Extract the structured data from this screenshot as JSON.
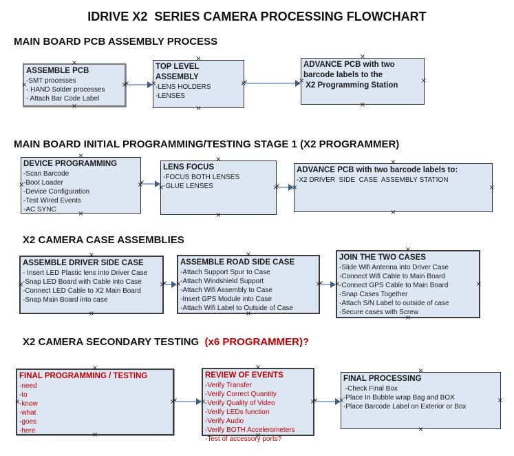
{
  "page_title": "IDRIVE X2  SERIES CAMERA PROCESSING FLOWCHART",
  "colors": {
    "box_fill": "#dde7f3",
    "red_text": "#c00000",
    "black_text": "#1a1a1a",
    "connector_line": "#96adca",
    "connector_arrowhead": "#3f5f88"
  },
  "sections": [
    {
      "heading": "MAIN BOARD PCB ASSEMBLY PROCESS",
      "boxes": [
        {
          "title": "ASSEMBLE PCB",
          "items": [
            "-SMT processes",
            "- HAND Solder processes",
            "- Attach Bar Code Label"
          ],
          "text_color": "#1a1a1a"
        },
        {
          "title": "TOP LEVEL ASSEMBLY",
          "items": [
            "-LENS HOLDERS",
            "-LENSES"
          ],
          "text_color": "#1a1a1a"
        },
        {
          "title": "ADVANCE PCB with two\nbarcode labels to the\n X2 Programming Station",
          "items": [],
          "text_color": "#1a1a1a"
        }
      ]
    },
    {
      "heading": "MAIN BOARD INITIAL PROGRAMMING/TESTING STAGE 1 (X2 PROGRAMMER)",
      "boxes": [
        {
          "title": "DEVICE PROGRAMMING",
          "items": [
            "-Scan Barcode",
            "-Boot Loader",
            "-Device Configuration",
            "-Test Wired Events",
            "-AC SYNC"
          ],
          "text_color": "#1a1a1a"
        },
        {
          "title": "LENS FOCUS",
          "items": [
            "-FOCUS BOTH LENSES",
            "-GLUE LENSES"
          ],
          "text_color": "#1a1a1a"
        },
        {
          "title": "ADVANCE PCB with two barcode labels to:",
          "items": [
            "-X2 DRIVER  SIDE  CASE  ASSEMBLY STATION"
          ],
          "text_color": "#1a1a1a"
        }
      ]
    },
    {
      "heading": "X2 CAMERA CASE ASSEMBLIES",
      "boxes": [
        {
          "title": "ASSEMBLE DRIVER SIDE CASE",
          "items": [
            "- Insert LED Plastic lens into Driver Case",
            "-Snap LED Board with Cable into Case",
            "-Connect LED Cable to X2 Main Board",
            "-Snap Main Board into case"
          ],
          "text_color": "#1a1a1a"
        },
        {
          "title": "ASSEMBLE ROAD SIDE CASE",
          "items": [
            "-Attach Support Spur to Case",
            "-Attach Windshield Support",
            "-Attach Wifi Assembly to Case",
            "-Insert GPS Module into Case",
            "-Attach Wifi Label to Outside of Case"
          ],
          "text_color": "#1a1a1a"
        },
        {
          "title": "JOIN THE TWO CASES",
          "items": [
            "-Slide Wifi Antenna into Driver Case",
            "-Connect Wifi Cable to Main Board",
            "-Connect GPS Cable to Main Board",
            "-Snap Cases Together",
            "-Attach S/N Label to outside of case",
            "-Secure cases with Screw"
          ],
          "text_color": "#1a1a1a"
        }
      ]
    },
    {
      "heading": "X2 CAMERA SECONDARY TESTING ",
      "heading_suffix": " (x6 PROGRAMMER)?",
      "boxes": [
        {
          "title": "FINAL PROGRAMMING / TESTING",
          "items": [
            "-need",
            "-to",
            "-know",
            "-what",
            "-goes",
            "-here"
          ],
          "text_color": "#c00000"
        },
        {
          "title": "REVIEW OF EVENTS",
          "items": [
            "-Verify Transfer",
            "-Verify Correct Quantity",
            "-Verify Quality of Video",
            "-Verify LEDs function",
            "-Verify Audio",
            "-Verify BOTH Accelerometers",
            "-Test of accessory ports?"
          ],
          "text_color": "#c00000"
        },
        {
          "title": "FINAL PROCESSING",
          "items": [
            " -Check Final Box",
            "-Place In Bubble wrap Bag and BOX",
            "-Place Barcode Label on Exterior or Box"
          ],
          "text_color": "#1a1a1a"
        }
      ]
    }
  ]
}
